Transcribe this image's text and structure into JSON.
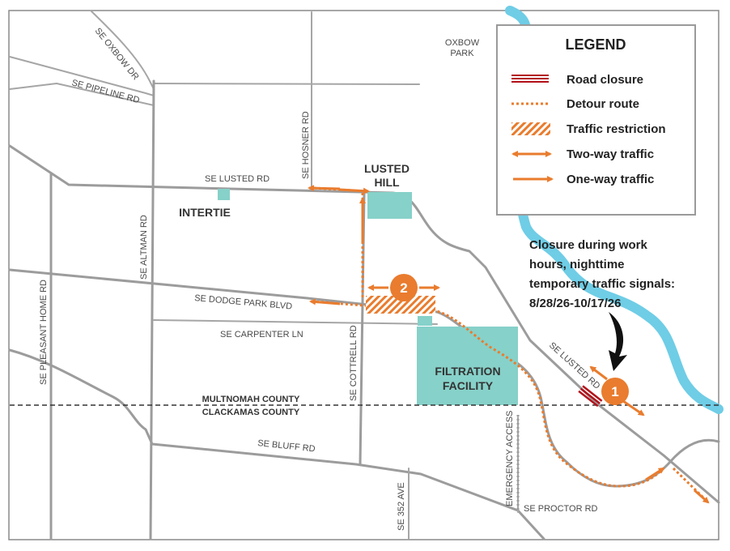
{
  "legend": {
    "title": "LEGEND",
    "road_closure": "Road closure",
    "detour_route": "Detour route",
    "traffic_restriction": "Traffic restriction",
    "two_way": "Two-way traffic",
    "one_way": "One-way traffic"
  },
  "places": {
    "oxbow_park_1": "OXBOW",
    "oxbow_park_2": "PARK",
    "lusted_hill_1": "LUSTED",
    "lusted_hill_2": "HILL",
    "intertie": "INTERTIE",
    "filtration_1": "FILTRATION",
    "filtration_2": "FACILITY"
  },
  "roads": {
    "oxbow_dr": "SE OXBOW DR",
    "pipeline_rd": "SE PIPELINE RD",
    "hosner_rd": "SE HOSNER RD",
    "lusted_rd_w": "SE LUSTED RD",
    "altman_rd": "SE ALTMAN RD",
    "pleasant_home_rd": "SE PLEASANT HOME RD",
    "dodge_park_blvd": "SE DODGE PARK BLVD",
    "carpenter_ln": "SE CARPENTER LN",
    "cottrell_rd": "SE COTTRELL RD",
    "lusted_rd_e": "SE LUSTED RD",
    "bluff_rd": "SE BLUFF RD",
    "ave_352": "SE 352 AVE",
    "emergency_access": "EMERGENCY ACCESS",
    "proctor_rd": "SE PROCTOR RD"
  },
  "county_line": {
    "north": "MULTNOMAH COUNTY",
    "south": "CLACKAMAS COUNTY"
  },
  "closure_note": {
    "line1": "Closure during work",
    "line2": "hours, nighttime",
    "line3": "temporary traffic signals:",
    "line4": "8/28/26-10/17/26"
  },
  "markers": {
    "marker_1": "1",
    "marker_2": "2"
  },
  "colors": {
    "road": "#9c9c9c",
    "orange": "#e97c2e",
    "closure_red": "#b3121b",
    "facility_teal": "#86d1c9",
    "river_blue": "#6fcde6"
  }
}
